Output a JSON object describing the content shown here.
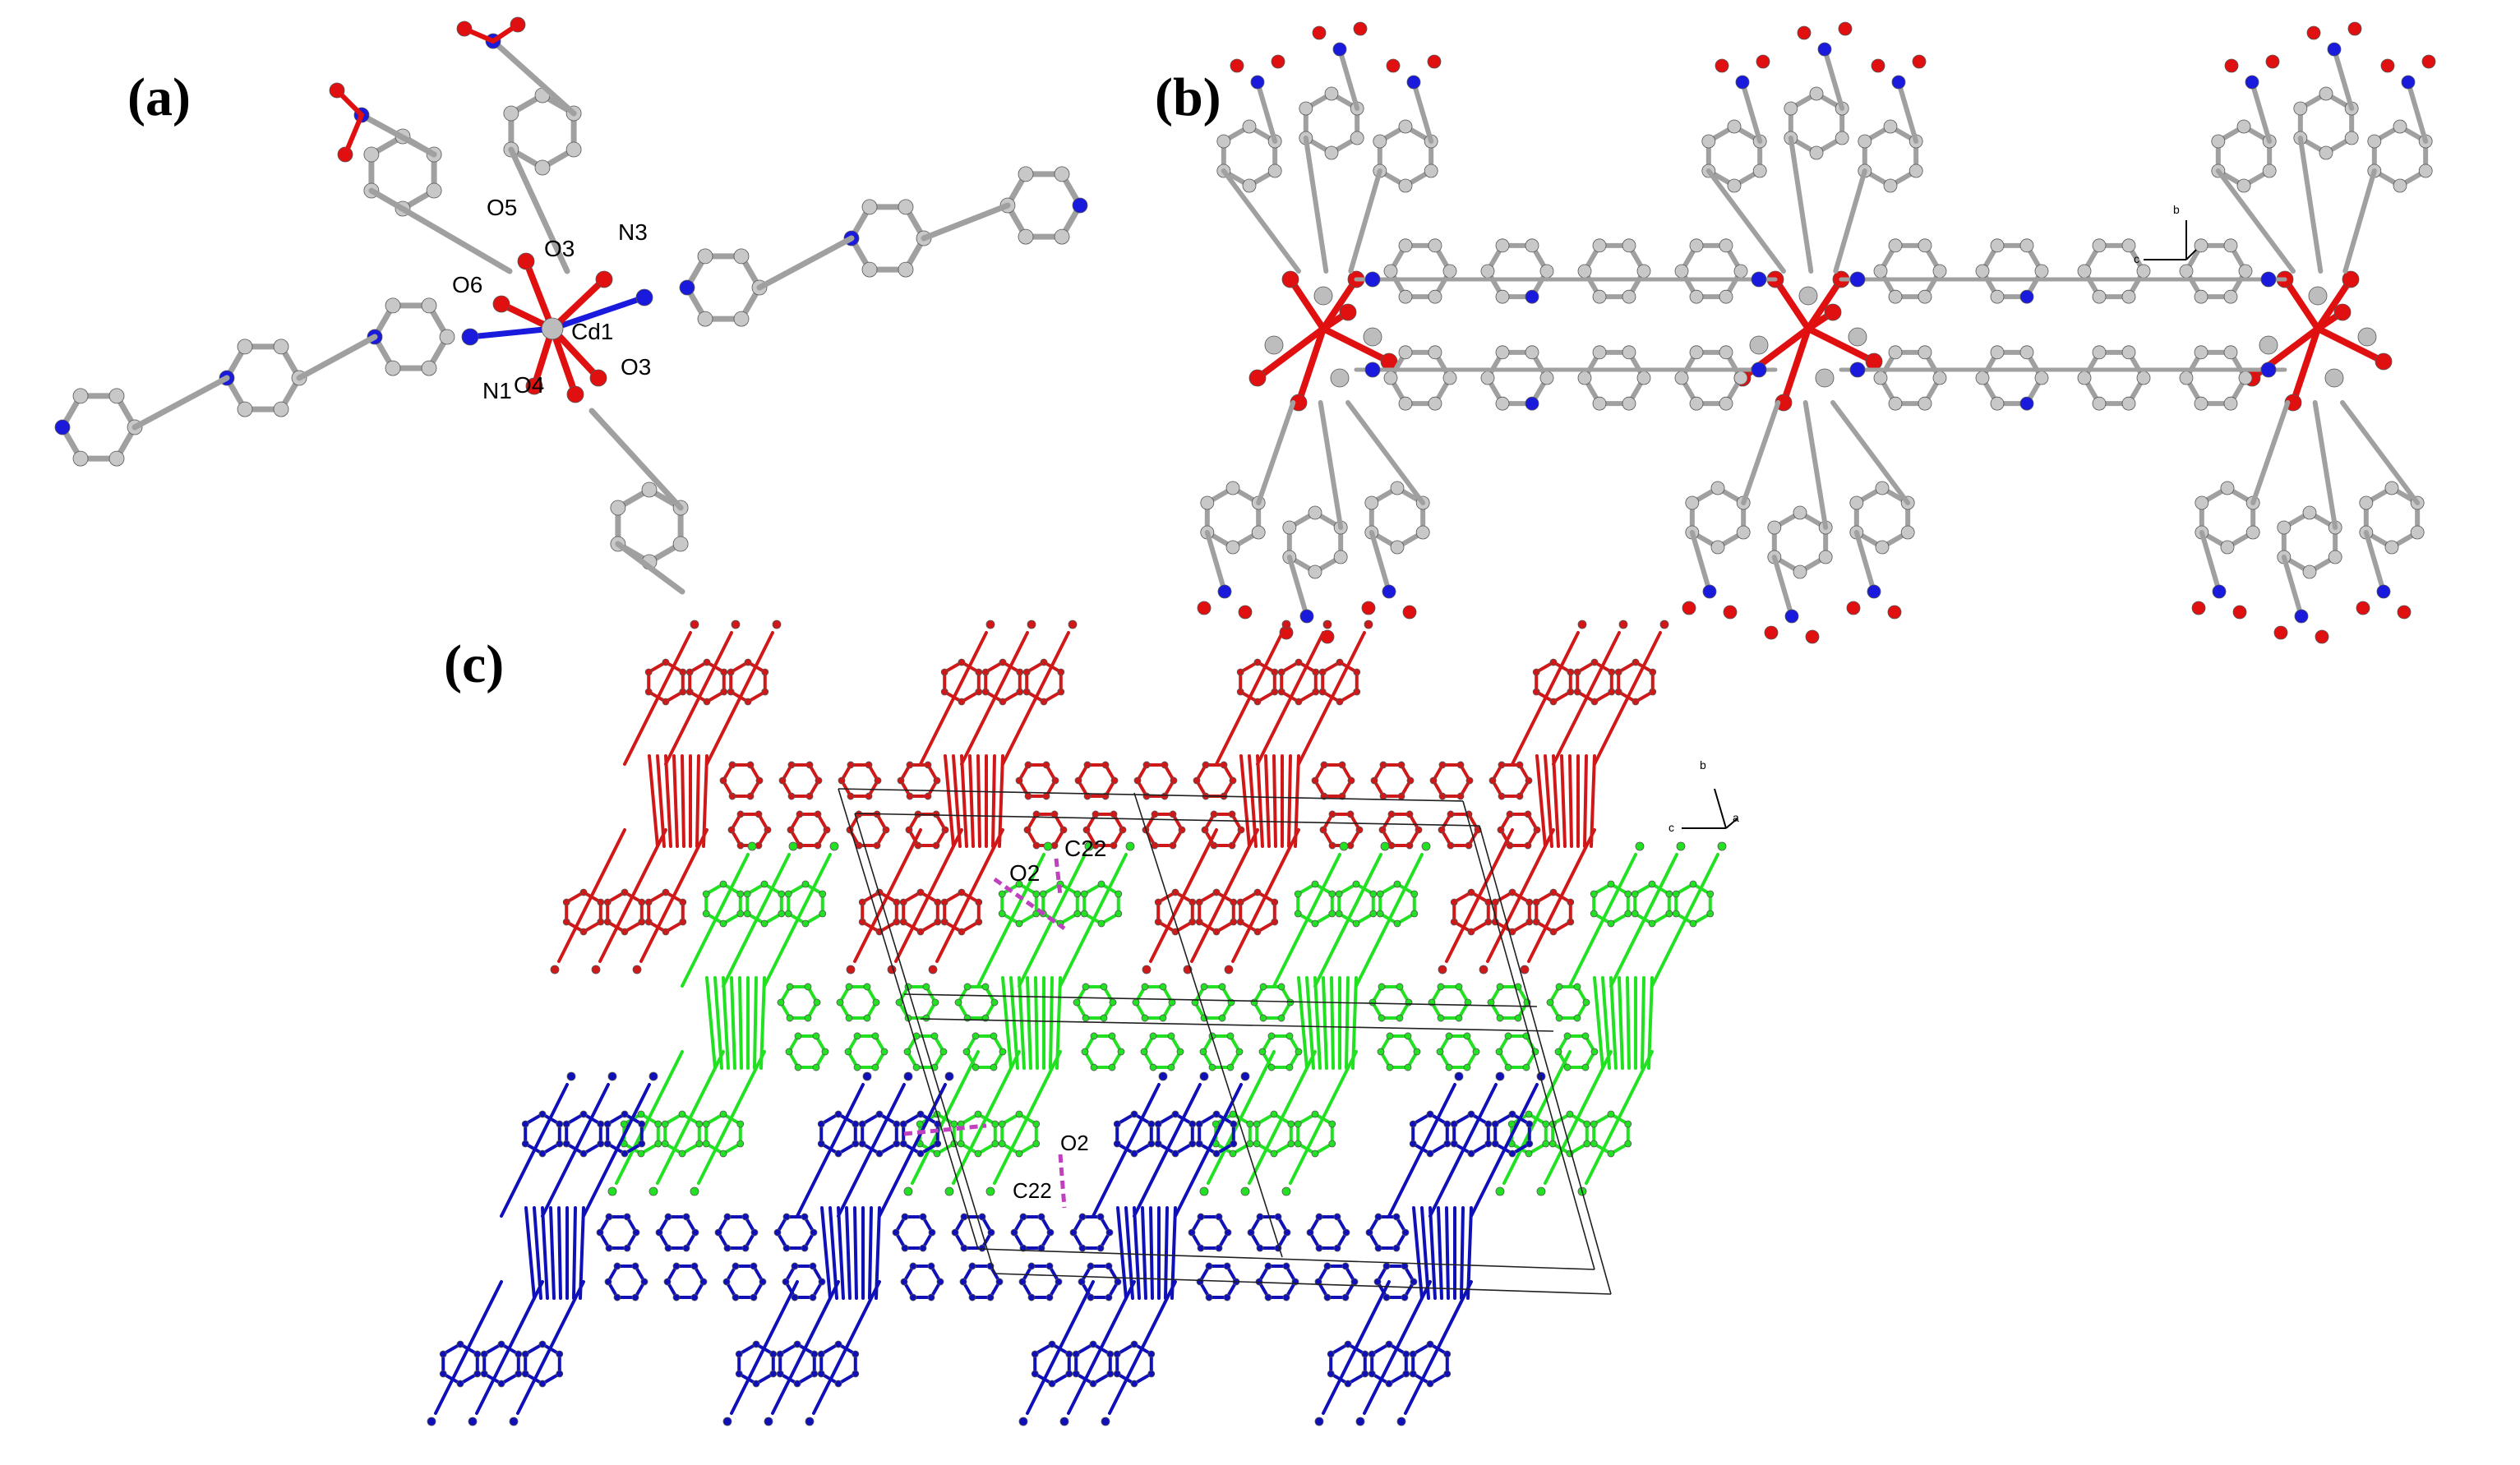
{
  "panels": {
    "a": {
      "label": "(a)",
      "atom_labels": {
        "o5": "O5",
        "o3_top": "O3",
        "n3": "N3",
        "o6": "O6",
        "cd1": "Cd1",
        "n1": "N1",
        "o4": "O4",
        "o3": "O3"
      }
    },
    "b": {
      "label": "(b)",
      "axes": {
        "b": "b",
        "c": "c"
      }
    },
    "c": {
      "label": "(c)",
      "axes": {
        "b": "b",
        "c": "c",
        "a": "a"
      },
      "hbond_labels": {
        "o2_top": "O2",
        "c22_top": "C22",
        "o2_bottom": "O2",
        "c22_bottom": "C22"
      }
    }
  },
  "colors": {
    "carbon": "#c8c8c8",
    "oxygen": "#e01010",
    "nitrogen": "#1a1adc",
    "bond": "#a0a0a0",
    "layer_red": "#d01818",
    "layer_green": "#22e022",
    "layer_blue": "#1010b8",
    "hbond": "#c040c0",
    "cell": "#202020"
  }
}
